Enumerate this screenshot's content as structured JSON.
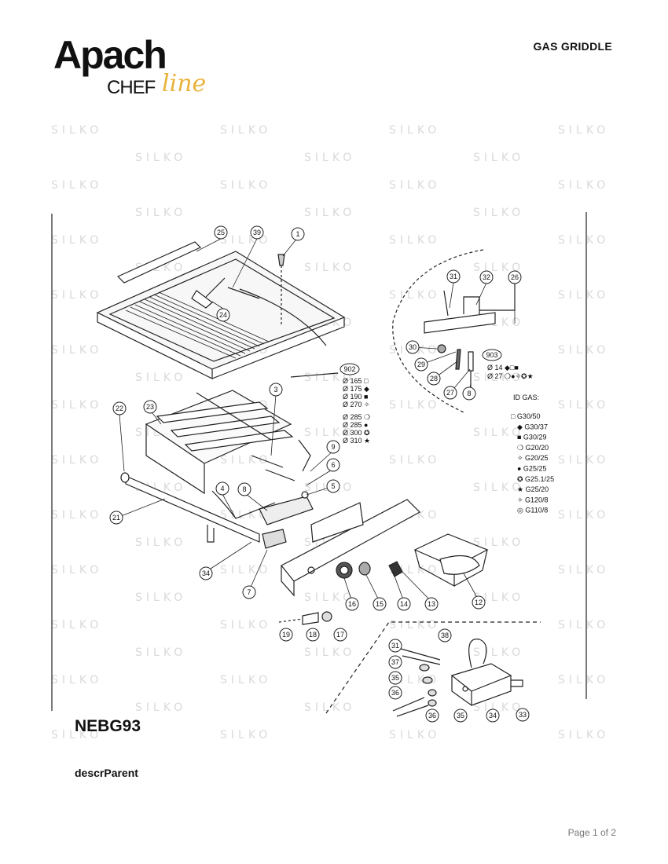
{
  "logo": {
    "brand": "Apach",
    "sub1": "CHEF",
    "sub2": "line"
  },
  "header": {
    "title": "GAS GRIDDLE"
  },
  "watermark": "SILKO",
  "diagram": {
    "callouts": [
      "25",
      "39",
      "1",
      "24",
      "31",
      "32",
      "26",
      "30",
      "29",
      "903",
      "28",
      "27",
      "8",
      "902",
      "3",
      "22",
      "23",
      "9",
      "6",
      "5",
      "21",
      "4",
      "8",
      "34",
      "7",
      "16",
      "15",
      "14",
      "13",
      "12",
      "19",
      "18",
      "17",
      "38",
      "31",
      "37",
      "35",
      "36",
      "36",
      "35",
      "34",
      "33"
    ],
    "diameters": [
      {
        "label": "Ø 165",
        "symbol": "□"
      },
      {
        "label": "Ø 175",
        "symbol": "◆"
      },
      {
        "label": "Ø 190",
        "symbol": "■"
      },
      {
        "label": "Ø 270",
        "symbol": "✧"
      },
      {
        "label": "Ø 285",
        "symbol": "❍"
      },
      {
        "label": "Ø 285",
        "symbol": "●"
      },
      {
        "label": "Ø 300",
        "symbol": "✪"
      },
      {
        "label": "Ø 310",
        "symbol": "★"
      }
    ],
    "injector_sizes": [
      {
        "label": "Ø 14",
        "symbols": "◆□■"
      },
      {
        "label": "Ø 27",
        "symbols": "❍●✧✪★"
      }
    ],
    "gas_title": "ID GAS:",
    "gas_types": [
      {
        "symbol": "□",
        "name": "G30/50"
      },
      {
        "symbol": "◆",
        "name": "G30/37"
      },
      {
        "symbol": "■",
        "name": "G30/29"
      },
      {
        "symbol": "❍",
        "name": "G20/20"
      },
      {
        "symbol": "✧",
        "name": "G20/25"
      },
      {
        "symbol": "●",
        "name": "G25/25"
      },
      {
        "symbol": "✪",
        "name": "G25.1/25"
      },
      {
        "symbol": "★",
        "name": "G25/20"
      },
      {
        "symbol": "✧",
        "name": "G120/8"
      },
      {
        "symbol": "◎",
        "name": "G110/8"
      }
    ]
  },
  "model": "NEBG93",
  "descr": "descrParent",
  "footer": {
    "page": "Page 1 of 2"
  }
}
